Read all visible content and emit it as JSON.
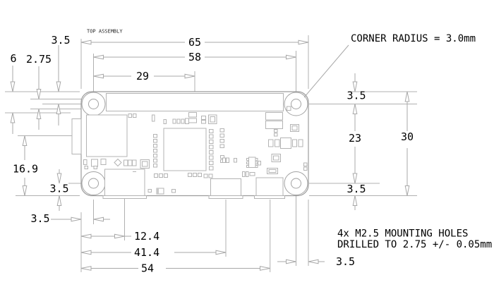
{
  "drawing": {
    "title": "TOP ASSEMBLY",
    "units": "mm",
    "notes": {
      "corner_radius": "CORNER RADIUS = 3.0mm",
      "mounting_line1": "4x M2.5 MOUNTING HOLES",
      "mounting_line2": "DRILLED TO 2.75 +/- 0.05mm"
    },
    "dimensions": {
      "top": {
        "board_width": "65",
        "hole_spacing": "58",
        "hole_to_center": "29",
        "hole_offset_top": "3.5"
      },
      "left": {
        "pad_diameter": "6",
        "hole_diameter": "2.75",
        "sd_center_height": "16.9",
        "hole_offset_bottom": "3.5",
        "hole_offset_left": "3.5"
      },
      "right": {
        "hole_offset_top": "3.5",
        "hole_spacing": "23",
        "hole_offset_bottom": "3.5",
        "board_height": "30"
      },
      "bottom": {
        "hdmi_center": "12.4",
        "usb_otg_center": "41.4",
        "usb_pwr_center": "54",
        "hole_offset_right": "3.5"
      }
    },
    "colors": {
      "line": "#a8a8a8",
      "component": "#b3b3b3",
      "text": "#111111",
      "background": "#ffffff"
    }
  }
}
